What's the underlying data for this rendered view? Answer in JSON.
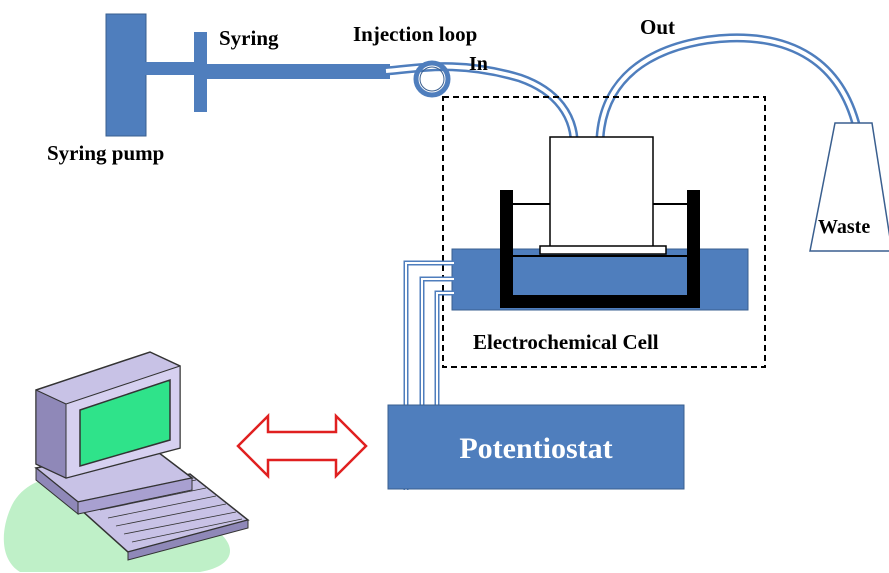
{
  "labels": {
    "syringe_pump": "Syring pump",
    "syringe": "Syring",
    "injection_loop": "Injection loop",
    "inlet": "In",
    "outlet": "Out",
    "waste": "Waste",
    "cell": "Electrochemical Cell",
    "potentiostat": "Potentiostat"
  },
  "colors": {
    "equipment_blue": "#4f7ebd",
    "equipment_border": "#3a5f8f",
    "tube": "#4f7ebd",
    "arrow": "#e02020",
    "computer_body": "#c8c2e6",
    "computer_screen": "#2fe38a",
    "computer_shadow": "#bff0c8",
    "outline": "#000000"
  }
}
